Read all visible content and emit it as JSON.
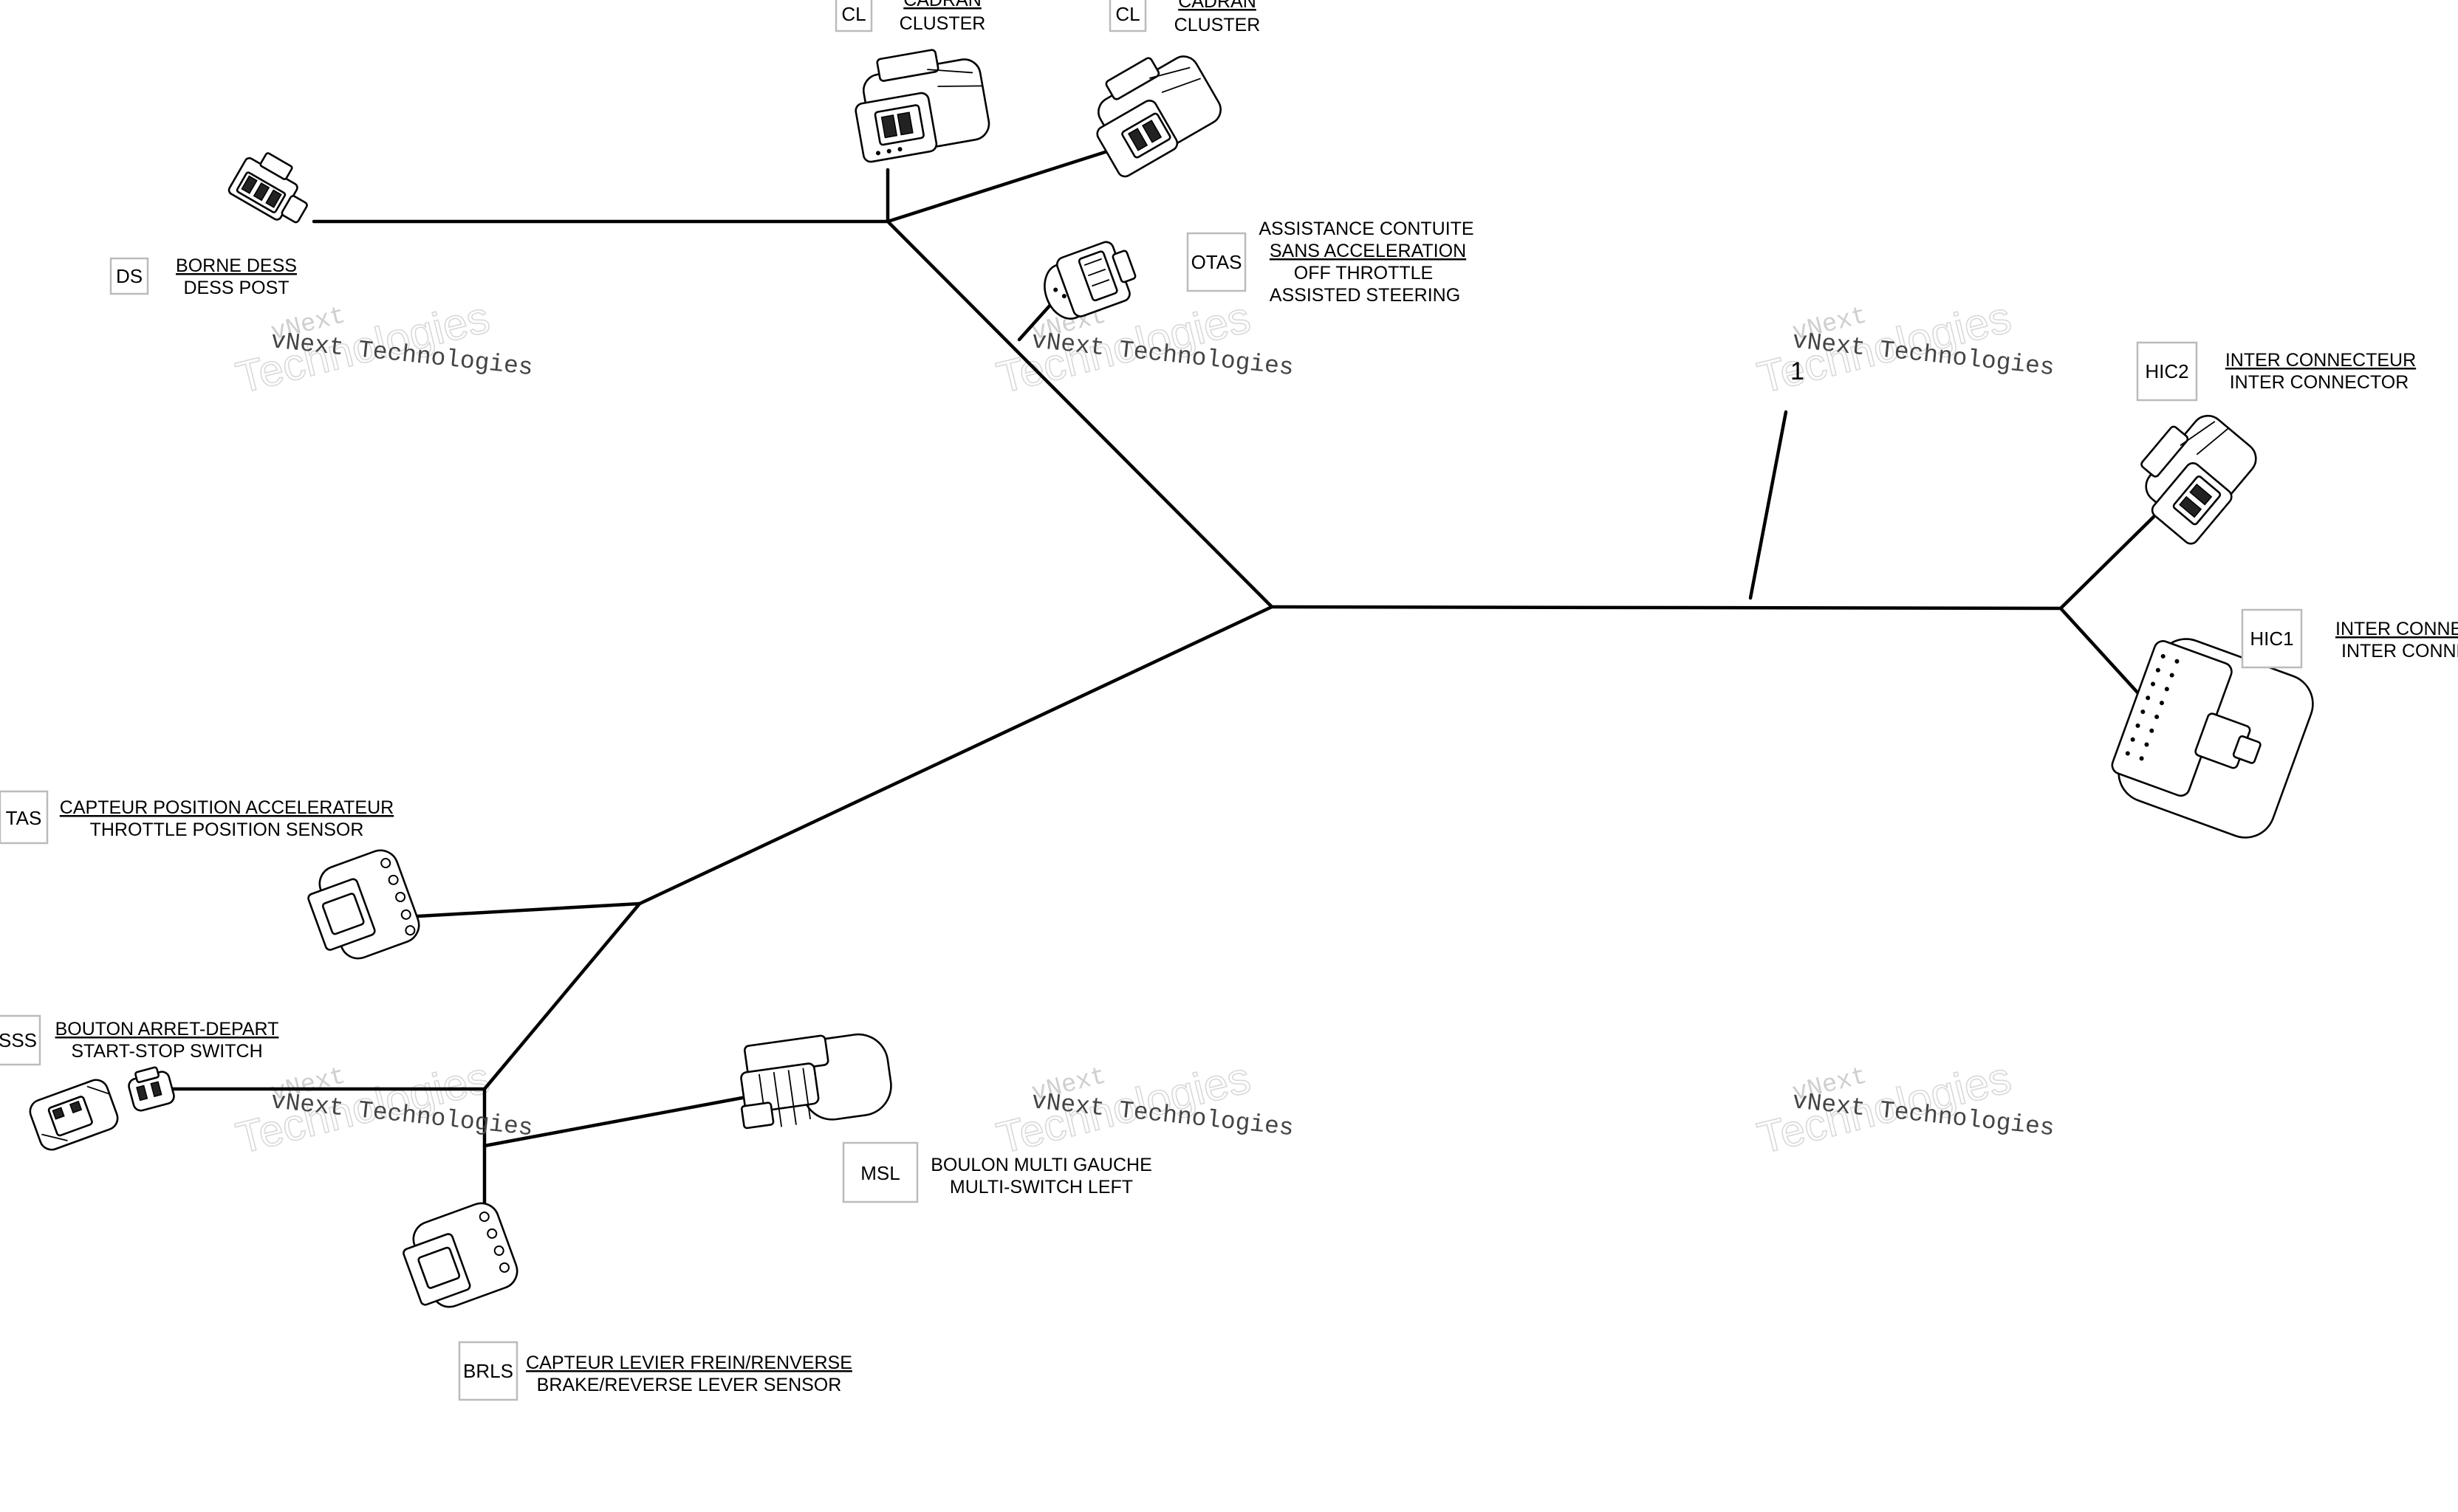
{
  "watermark": {
    "line1": "vNext",
    "line2": "Technologies",
    "overlay": "vNext Technologies"
  },
  "callout": "1",
  "connectors": {
    "cl1": {
      "code": "CL",
      "fr": "CADRAN",
      "en": "CLUSTER"
    },
    "cl2": {
      "code": "CL",
      "fr": "CADRAN",
      "en": "CLUSTER"
    },
    "ds": {
      "code": "DS",
      "fr": "BORNE DESS",
      "en": "DESS POST"
    },
    "otas": {
      "code": "OTAS",
      "fr1": "ASSISTANCE CONTUITE",
      "fr2": "SANS ACCELERATION",
      "en1": "OFF THROTTLE",
      "en2": "ASSISTED STEERING"
    },
    "hic2": {
      "code": "HIC2",
      "fr": "INTER CONNECTEUR",
      "en": "INTER CONNECTOR"
    },
    "hic1": {
      "code": "HIC1",
      "fr": "INTER CONNE",
      "en": "INTER CONNE"
    },
    "tas": {
      "code": "TAS",
      "fr": "CAPTEUR POSITION ACCELERATEUR",
      "en": "THROTTLE POSITION SENSOR"
    },
    "sss": {
      "code": "SSS",
      "fr": "BOUTON ARRET-DEPART",
      "en": "START-STOP SWITCH"
    },
    "msl": {
      "code": "MSL",
      "fr": "BOULON MULTI GAUCHE",
      "en": "MULTI-SWITCH LEFT"
    },
    "brls": {
      "code": "BRLS",
      "fr": "CAPTEUR LEVIER FREIN/RENVERSE",
      "en": "BRAKE/REVERSE LEVER SENSOR"
    }
  }
}
